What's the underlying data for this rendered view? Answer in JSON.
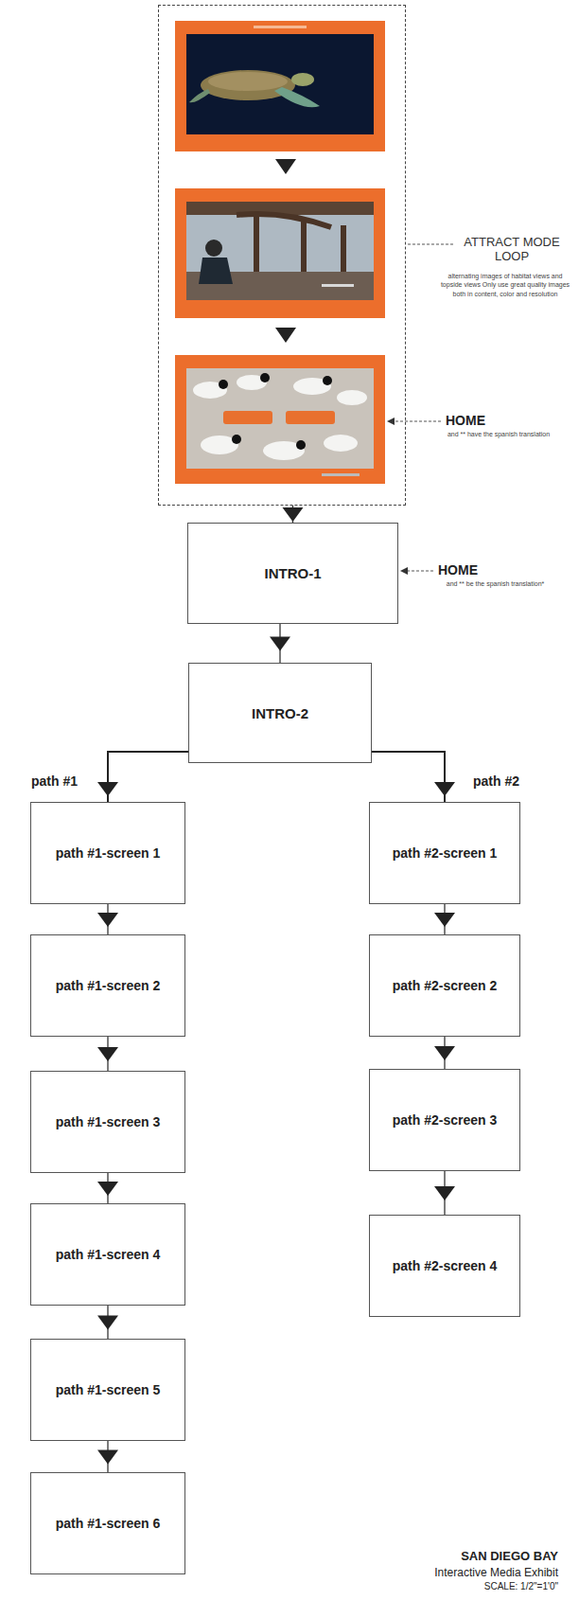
{
  "diagram": {
    "title": "SAN DIEGO BAY",
    "nodes": [
      {
        "text": [
          "ATTRACT MODE LOOP",
          "alternating images of habitat views and topside views Only use great quality images both in content, color and resolution"
        ]
      },
      {
        "text": [
          "INTRO-1"
        ]
      },
      {
        "text": [
          "INTRO-2"
        ]
      },
      {
        "text": [
          "path #1-screen 1"
        ]
      },
      {
        "text": [
          "path #1-screen 2"
        ]
      },
      {
        "text": [
          "path #1-screen 3"
        ]
      },
      {
        "text": [
          "path #1-screen 4"
        ]
      },
      {
        "text": [
          "path #1-screen 5"
        ]
      },
      {
        "text": [
          "path #1-screen 6"
        ]
      },
      {
        "text": [
          "path #2-screen 1"
        ]
      },
      {
        "text": [
          "path #2-screen 2"
        ]
      },
      {
        "text": [
          "path #2-screen 3"
        ]
      },
      {
        "text": [
          "path #2-screen 4"
        ]
      }
    ],
    "edges": [
      {
        "from": 0,
        "to": 1,
        "arrow": "to"
      },
      {
        "from": 1,
        "to": 2,
        "arrow": "to"
      },
      {
        "from": 2,
        "to": 3,
        "label": "path #1",
        "arrow": "to"
      },
      {
        "from": 2,
        "to": 9,
        "label": "path #2",
        "arrow": "to"
      },
      {
        "from": 3,
        "to": 4,
        "arrow": "to"
      },
      {
        "from": 4,
        "to": 5,
        "arrow": "to"
      },
      {
        "from": 5,
        "to": 6,
        "arrow": "to"
      },
      {
        "from": 6,
        "to": 7,
        "arrow": "to"
      },
      {
        "from": 7,
        "to": 8,
        "arrow": "to"
      },
      {
        "from": 9,
        "to": 10,
        "arrow": "to"
      },
      {
        "from": 10,
        "to": 11,
        "arrow": "to"
      },
      {
        "from": 11,
        "to": 12,
        "arrow": "to"
      }
    ],
    "labels": [
      "HOME",
      "and ** have the spanish translation",
      "HOME",
      "and ** be the spanish translation*",
      "Interactive Media Exhibit",
      "SCALE: 1/2\"=1'0\""
    ]
  }
}
